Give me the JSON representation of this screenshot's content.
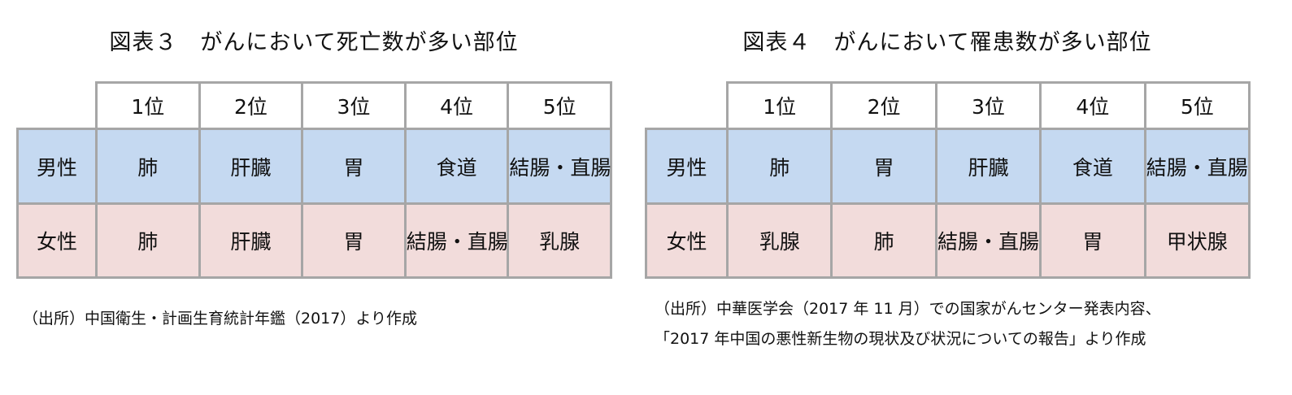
{
  "tables": [
    {
      "title": "図表３　がんにおいて死亡数が多い部位",
      "headers": [
        "1位",
        "2位",
        "3位",
        "4位",
        "5位"
      ],
      "rows": [
        {
          "label": "男性",
          "cells": [
            "肺",
            "肝臓",
            "胃",
            "食道",
            "結腸・直腸"
          ]
        },
        {
          "label": "女性",
          "cells": [
            "肺",
            "肝臓",
            "胃",
            "結腸・直腸",
            "乳腺"
          ]
        }
      ],
      "source": [
        "（出所）中国衛生・計画生育統計年鑑（2017）より作成"
      ]
    },
    {
      "title": "図表４　がんにおいて罹患数が多い部位",
      "headers": [
        "1位",
        "2位",
        "3位",
        "4位",
        "5位"
      ],
      "rows": [
        {
          "label": "男性",
          "cells": [
            "肺",
            "胃",
            "肝臓",
            "食道",
            "結腸・直腸"
          ]
        },
        {
          "label": "女性",
          "cells": [
            "乳腺",
            "肺",
            "結腸・直腸",
            "胃",
            "甲状腺"
          ]
        }
      ],
      "source": [
        "（出所）中華医学会（2017 年 11 月）での国家がんセンター発表内容、",
        "「2017 年中国の悪性新生物の現状及び状況についての報告」より作成"
      ]
    }
  ],
  "colors": {
    "male": "#c5d9f1",
    "female": "#f2dcdb",
    "border": "#a6a6a6"
  }
}
